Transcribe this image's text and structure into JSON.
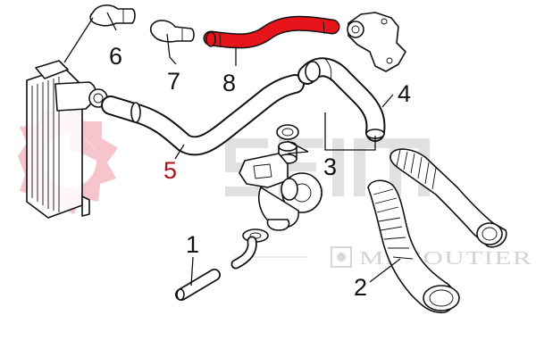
{
  "diagram": {
    "callouts": [
      {
        "id": "1",
        "text": "1"
      },
      {
        "id": "2",
        "text": "2"
      },
      {
        "id": "3",
        "text": "3"
      },
      {
        "id": "4",
        "text": "4"
      },
      {
        "id": "5",
        "text": "5"
      },
      {
        "id": "6",
        "text": "6"
      },
      {
        "id": "7",
        "text": "7"
      },
      {
        "id": "8",
        "text": "8"
      }
    ],
    "watermark": {
      "brand_text": "MECOUTIER",
      "logo_letters": "SEIM"
    },
    "colors": {
      "highlight": "#e8141c",
      "callout_5": "#b0101a",
      "watermark_pink": "#f6c4cc",
      "watermark_grey": "#e1e1e1",
      "line": "#111111"
    }
  }
}
